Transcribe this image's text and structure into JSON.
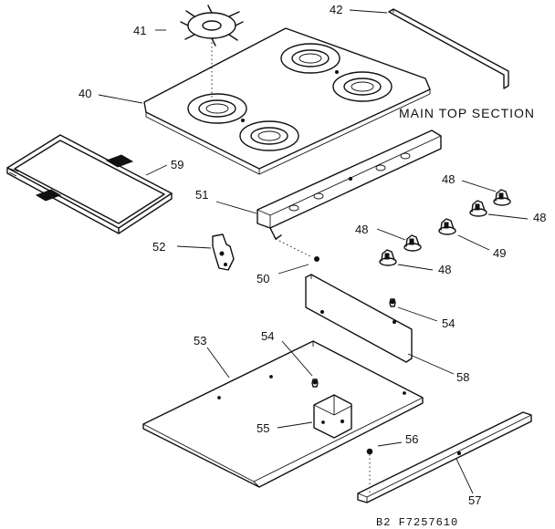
{
  "title": "MAIN TOP SECTION",
  "drawing_code": "B2 F7257610",
  "labels": {
    "p40": "40",
    "p41": "41",
    "p42": "42",
    "p48a": "48",
    "p48b": "48",
    "p48c": "48",
    "p48d": "48",
    "p49": "49",
    "p50": "50",
    "p51": "51",
    "p52": "52",
    "p53": "53",
    "p54a": "54",
    "p54b": "54",
    "p55": "55",
    "p56": "56",
    "p57": "57",
    "p58": "58",
    "p59": "59"
  }
}
